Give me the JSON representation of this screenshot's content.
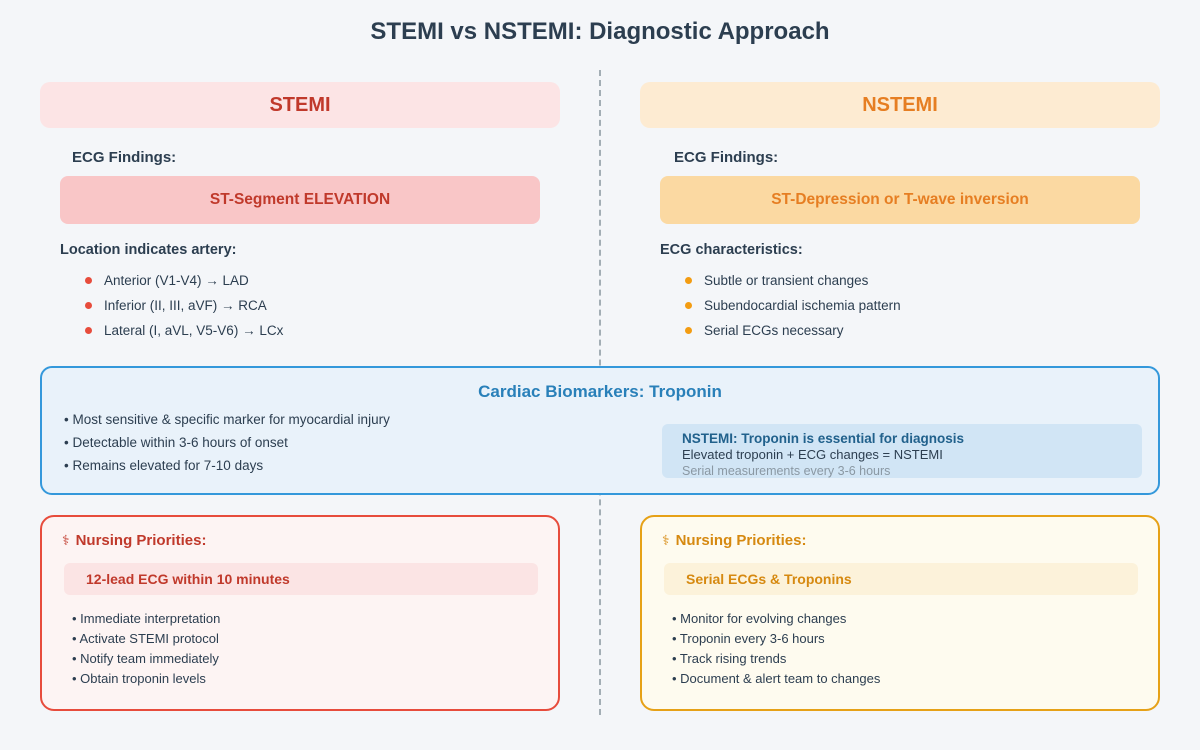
{
  "page": {
    "title": "STEMI vs NSTEMI: Diagnostic Approach"
  },
  "colors": {
    "background": "#f4f6f9",
    "navy_text": "#2c3e50",
    "stemi_red": "#c0392b",
    "stemi_border": "#e74c3c",
    "nstemi_orange": "#e67e22",
    "nstemi_border": "#e6a117",
    "biomarker_blue": "#2980b9",
    "divider_gray": "#a3aeb5"
  },
  "stemi": {
    "header": "STEMI",
    "ecg_findings_label": "ECG Findings:",
    "ecg_highlight": "ST-Segment ELEVATION",
    "location_label": "Location indicates artery:",
    "location_items": [
      "Anterior (V1-V4) → LAD",
      "Inferior (II, III, aVF) → RCA",
      "Lateral (I, aVL, V5-V6) → LCx"
    ],
    "nursing": {
      "icon": "⚕",
      "heading": "Nursing Priorities:",
      "highlight": "12-lead ECG within 10 minutes",
      "items": [
        "• Immediate interpretation",
        "• Activate STEMI protocol",
        "• Notify team immediately",
        "• Obtain troponin levels"
      ]
    }
  },
  "nstemi": {
    "header": "NSTEMI",
    "ecg_findings_label": "ECG Findings:",
    "ecg_highlight": "ST-Depression or T-wave inversion",
    "characteristics_label": "ECG characteristics:",
    "characteristics_items": [
      "Subtle or transient changes",
      "Subendocardial ischemia pattern",
      "Serial ECGs necessary"
    ],
    "nursing": {
      "icon": "⚕",
      "heading": "Nursing Priorities:",
      "highlight": "Serial ECGs & Troponins",
      "items": [
        "• Monitor for evolving changes",
        "• Troponin every 3-6 hours",
        "• Track rising trends",
        "• Document & alert team to changes"
      ]
    }
  },
  "biomarkers": {
    "title": "Cardiac Biomarkers: Troponin",
    "points": [
      "• Most sensitive & specific marker for myocardial injury",
      "• Detectable within 3-6 hours of onset",
      "• Remains elevated for 7-10 days"
    ],
    "callout": {
      "title": "NSTEMI: Troponin is essential for diagnosis",
      "line2": "Elevated troponin + ECG changes = NSTEMI",
      "line3": "Serial measurements every 3-6 hours"
    }
  }
}
